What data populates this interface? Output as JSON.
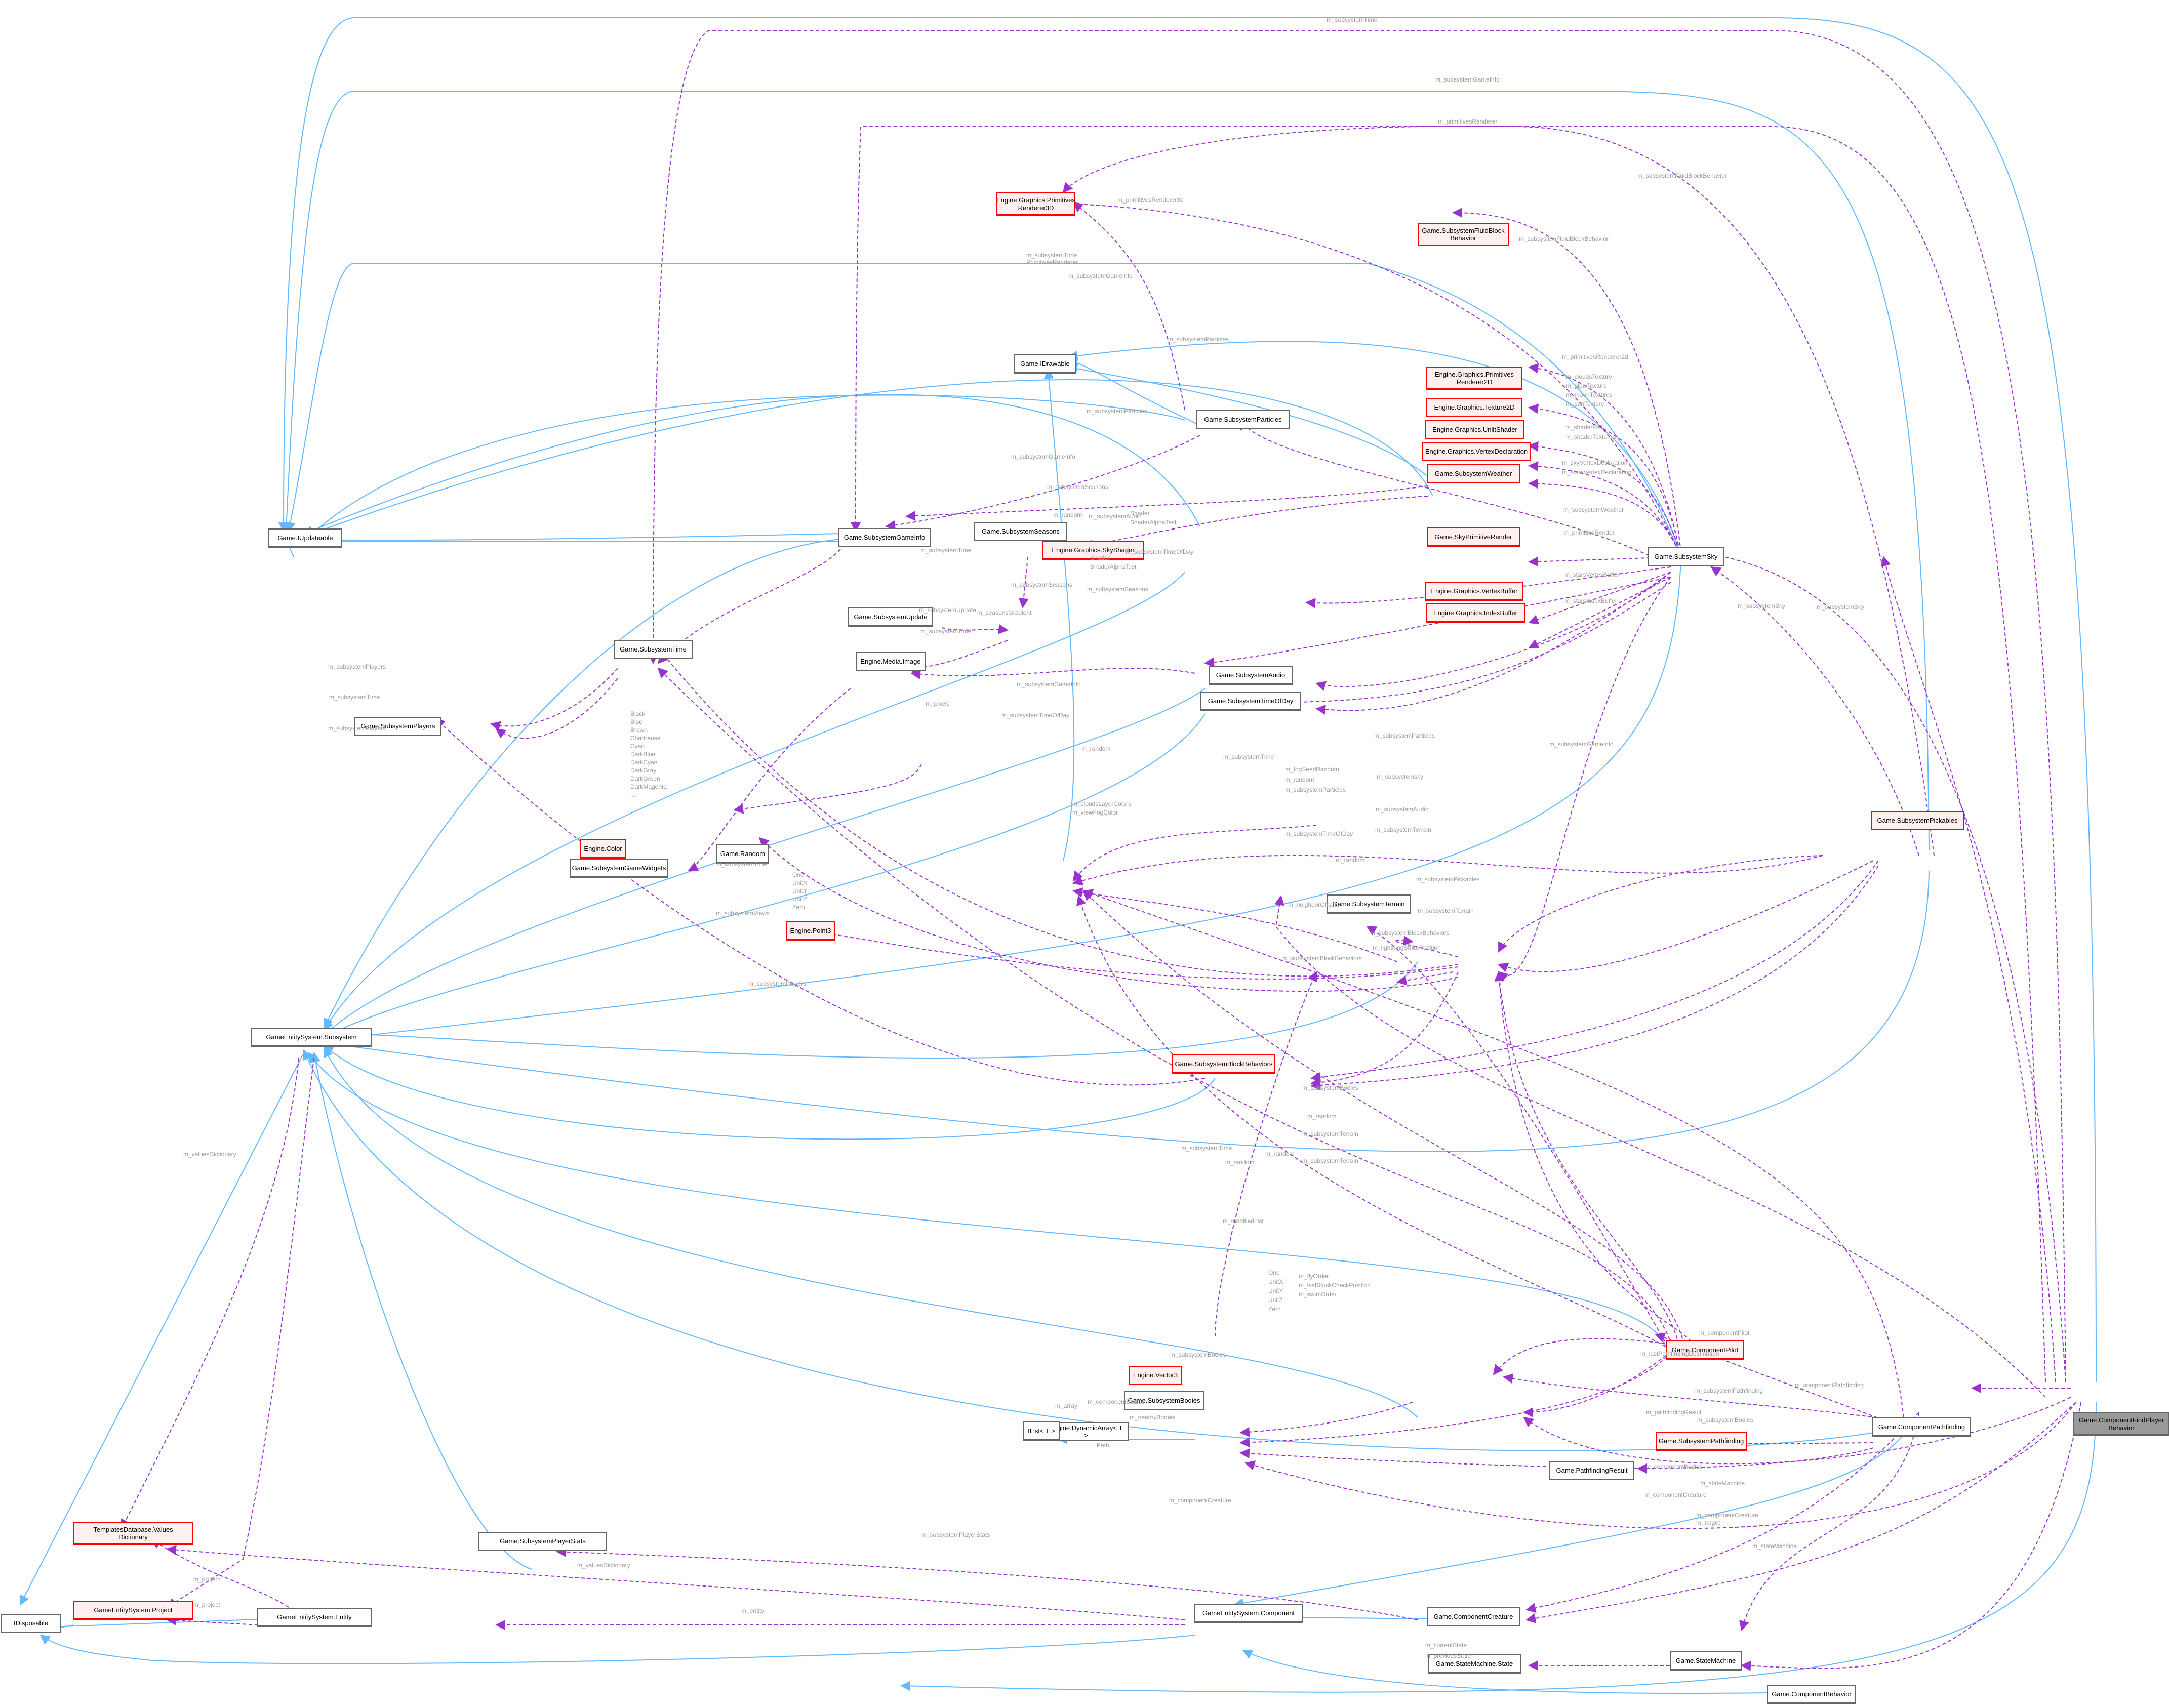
{
  "diagram": {
    "title": "Game.ComponentFindPlayerBehavior collaboration graph",
    "colors": {
      "inheritance_edge": "#63b8ff",
      "usage_edge": "#9a32cd",
      "label_text": "#9a9a9a",
      "focus_fill": "#999999",
      "incomplete_border": "#ff0000",
      "incomplete_fill": "#fff0f0"
    },
    "nodes": {
      "focus": {
        "label": "Game.ComponentFindPlayer\nBehavior"
      },
      "pathfinding": {
        "label": "Game.ComponentPathfinding"
      },
      "pilot": {
        "label": "Game.ComponentPilot"
      },
      "subsystemPathfinding": {
        "label": "Game.SubsystemPathfinding"
      },
      "pathfindingResult": {
        "label": "Game.PathfindingResult"
      },
      "stateMachine": {
        "label": "Game.StateMachine"
      },
      "stateMachineState": {
        "label": "Game.StateMachine.State"
      },
      "componentBehavior": {
        "label": "Game.ComponentBehavior"
      },
      "componentCreature": {
        "label": "Game.ComponentCreature"
      },
      "component": {
        "label": "GameEntitySystem.Component"
      },
      "entity": {
        "label": "GameEntitySystem.Entity"
      },
      "project": {
        "label": "GameEntitySystem.Project"
      },
      "idisposable": {
        "label": "IDisposable"
      },
      "valuesDictionary": {
        "label": "TemplatesDatabase.Values\nDictionary"
      },
      "playerStats": {
        "label": "Game.SubsystemPlayerStats"
      },
      "subsystem": {
        "label": "GameEntitySystem.Subsystem"
      },
      "iupdateable": {
        "label": "Game.IUpdateable"
      },
      "idrawable": {
        "label": "Game.IDrawable"
      },
      "primitivesRenderer3D": {
        "label": "Engine.Graphics.Primitives\nRenderer3D"
      },
      "primitivesRenderer2D": {
        "label": "Engine.Graphics.Primitives\nRenderer2D"
      },
      "fluidBlockBehavior": {
        "label": "Game.SubsystemFluidBlock\nBehavior"
      },
      "particles": {
        "label": "Game.SubsystemParticles"
      },
      "texture2D": {
        "label": "Engine.Graphics.Texture2D"
      },
      "unlitShader": {
        "label": "Engine.Graphics.UnlitShader"
      },
      "vertexDeclaration": {
        "label": "Engine.Graphics.VertexDeclaration"
      },
      "weather": {
        "label": "Game.SubsystemWeather"
      },
      "skyShader": {
        "label": "Engine.Graphics.SkyShader"
      },
      "skyPrimitiveRender": {
        "label": "Game.SkyPrimitiveRender"
      },
      "vertexBuffer": {
        "label": "Engine.Graphics.VertexBuffer"
      },
      "indexBuffer": {
        "label": "Engine.Graphics.IndexBuffer"
      },
      "gameInfo": {
        "label": "Game.SubsystemGameInfo"
      },
      "seasons": {
        "label": "Game.SubsystemSeasons"
      },
      "update": {
        "label": "Game.SubsystemUpdate"
      },
      "time": {
        "label": "Game.SubsystemTime"
      },
      "mediaImage": {
        "label": "Engine.Media.Image"
      },
      "audio": {
        "label": "Game.SubsystemAudio"
      },
      "timeOfDay": {
        "label": "Game.SubsystemTimeOfDay"
      },
      "players": {
        "label": "Game.SubsystemPlayers"
      },
      "color": {
        "label": "Engine.Color"
      },
      "gameWidgets": {
        "label": "Game.SubsystemGameWidgets"
      },
      "random": {
        "label": "Game.Random"
      },
      "point3": {
        "label": "Engine.Point3"
      },
      "terrain": {
        "label": "Game.SubsystemTerrain"
      },
      "blockBehaviors": {
        "label": "Game.SubsystemBlockBehaviors"
      },
      "sky": {
        "label": "Game.SubsystemSky"
      },
      "pickables": {
        "label": "Game.SubsystemPickables"
      },
      "vector3": {
        "label": "Engine.Vector3"
      },
      "bodies": {
        "label": "Game.SubsystemBodies"
      },
      "dynamicArray": {
        "label": "Engine.DynamicArray< T >"
      },
      "ilist": {
        "label": "IList< T >"
      }
    },
    "labels": {
      "l_time_top": "m_subsystemTime",
      "l_gameinfo_top": "m_subsystemGameInfo",
      "l_primrend_top": "m_primitivesRenderer",
      "l_primrend3d": "m_primitivesRenderer3d",
      "l_fluid": "m_subsystemFluidBlockBehavior",
      "l_fluid2": "m_subsystemFluidBlockBehavior",
      "l_time_mid": "m_subsystemTime\nPrimitivesRenderer",
      "l_gameinfo_mid": "m_subsystemGameInfo",
      "l_particles1": "m_subsystemParticles",
      "l_primrend2d": "m_primitivesRenderer2d",
      "l_textures": "m_cloudsTexture\nm_glowTexture\nm_moonTextures\nm_sunTexture",
      "l_shaders": "m_shaderFlat\nm_shaderTextured",
      "l_vertdecl": "m_skyVertexDeclaration\nm_starsVertexDeclaration",
      "l_weather": "m_subsystemWeather",
      "l_particles2": "m_subsystemParticles",
      "l_gameinfo_w": "m_subsystemGameInfo",
      "l_seasons_w": "m_subsystemSeasons",
      "l_shader_a": "Shader\nShaderAlphaTest",
      "l_random_w": "m_random",
      "l_audio_w": "m_subsystemAudio",
      "l_primrender": "m_primitiveRender",
      "l_tod_sky": "m_subsystemTimeOfDay",
      "l_shader_b": "Shader\nShaderAlphaTest",
      "l_starsvb": "m_starsVertexBuffer",
      "l_starsib": "m_starsIndexBuffer",
      "l_seasons_mid": "m_subsystemSeasons",
      "l_seasons_b": "m_subsystemSeasons",
      "l_time_gi": "m_subsystemTime",
      "l_update": "m_subsystemUpdate",
      "l_time_up": "m_subsystemTime",
      "l_seasongrad": "m_seasonsGradient",
      "l_gameinfo_a": "m_subsystemGameInfo",
      "l_players1": "m_subsystemPlayers",
      "l_time_pl": "m_subsystemTime",
      "l_players2": "m_subsystemPlayers",
      "l_pixels": "m_pixels",
      "l_colors": "Black\nBlue\nBrown\nChartreuse\nCyan\nDarkBlue\nDarkCyan\nDarkGray\nDarkGreen\nDarkMagenta\n...",
      "l_gameinfo_pick": "m_subsystemGameInfo",
      "l_tod_a": "m_subsystemTimeOfDay",
      "l_time_a": "m_subsystemTime",
      "l_random_a": "m_random",
      "l_clouds": "m_cloudsLayerColors\nm_viewFogColor",
      "l_time_r": "m_subsystemTime",
      "l_fog": "m_fogSeedRandom\nm_random\nm_subsystemParticles",
      "l_tod_t": "m_subsystemTimeOfDay",
      "l_particles_p": "m_subsystemParticles",
      "l_sky_p": "m_subsystemsky",
      "l_audio_p": "m_subsystemAudio",
      "l_terrain_p": "m_subsystemTerrain",
      "l_random_p": "m_random",
      "l_pickables": "m_subsystemPickables",
      "l_terrain_p2": "m_subsystemTerrain",
      "l_views": "m_subsystemViews",
      "l_point3": "One\nUnitX\nUnitY\nUnitZ\nZero",
      "l_neighbor": "m_neighborOffsets",
      "l_bb1": "m_subsystemBlockBehaviors",
      "l_bb2": "m_subsystemBlockBehaviors",
      "l_lightning": "m_lightningStrikePosition",
      "l_players3": "m_subsystemPlayers",
      "l_bodies1": "m_subsystemBodies",
      "l_random_b": "m_random",
      "l_terrain_b": "m_subsystemTerrain",
      "l_random_c": "m_random",
      "l_terrain_c": "m_subsystemTerrain",
      "l_time_c": "m_subsystemTime",
      "l_random_d": "m_random",
      "l_modified": "m_modifiedList",
      "l_vector3": "One\nUnitX\nUnitY\nUnitZ\nZero",
      "l_pilot_vec": "m_flyOrder\nm_lastStuckCheckPosition\nm_swimOrder",
      "l_bodies_pilot": "m_subsystemBodies",
      "l_lastpath": "m_lastPathfindingDestination",
      "l_array": "m_array",
      "l_compbodies": "m_componentBodies",
      "l_nearby": "m_nearbyBodies",
      "l_path": "Path",
      "l_compcreature1": "m_componentCreature",
      "l_pathres": "m_pathfindingResult",
      "l_subpath": "m_subsystemPathfinding",
      "l_comppilot": "m_componentPilot",
      "l_bodies_f": "m_subsystemBodies",
      "l_compbodies_f": "m_componentBodies",
      "l_statemachine1": "m_stateMachine",
      "l_compcreature2": "m_componentCreature",
      "l_compcreature_t": "m_componentCreature\nm_target",
      "l_statemachine2": "m_stateMachine",
      "l_states": "m_currentState\nm_previousState",
      "l_compfind": "m_componentPathfinding",
      "l_sky1": "m_subsystemSky",
      "l_sky2": "m_subsystemSky",
      "l_playerstats": "m_subsystemPlayerStats",
      "l_valuesdict1": "m_valuesDictionary",
      "l_valuesdict2": "m_valuesDictionary",
      "l_project1": "m_project",
      "l_project2": "m_project",
      "l_entity": "m_entity"
    }
  }
}
